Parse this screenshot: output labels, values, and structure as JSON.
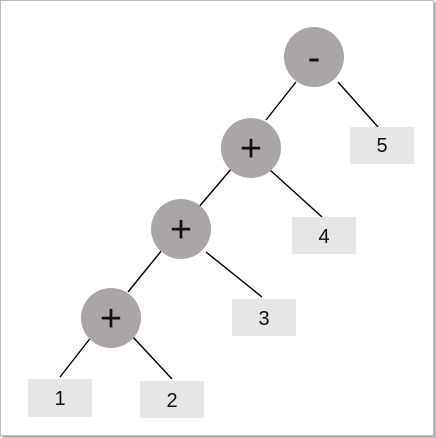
{
  "tree": {
    "operators": [
      {
        "id": "op1",
        "symbol": "-"
      },
      {
        "id": "op2",
        "symbol": "+"
      },
      {
        "id": "op3",
        "symbol": "+"
      },
      {
        "id": "op4",
        "symbol": "+"
      }
    ],
    "leaves": [
      {
        "id": "leaf5",
        "value": "5"
      },
      {
        "id": "leaf4",
        "value": "4"
      },
      {
        "id": "leaf3",
        "value": "3"
      },
      {
        "id": "leaf1",
        "value": "1"
      },
      {
        "id": "leaf2",
        "value": "2"
      }
    ]
  },
  "colors": {
    "operator_fill": "#aba6a6",
    "leaf_fill": "#e6e6e6",
    "edge": "#000000"
  }
}
